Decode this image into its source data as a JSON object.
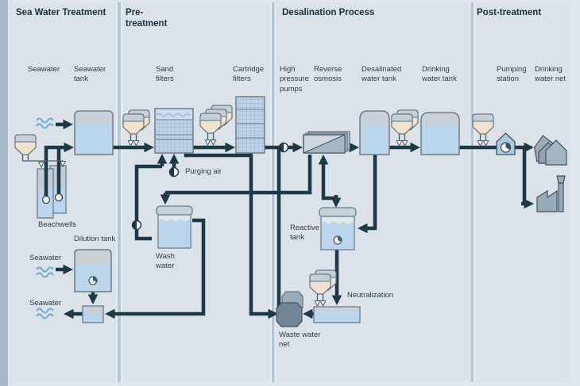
{
  "sections": {
    "sea_water_treatment": "Sea Water Treatment",
    "pre_treatment": "Pre-\ntreatment",
    "desalination_process": "Desalination Process",
    "post_treatment": "Post-treatment"
  },
  "labels": {
    "seawater_top": "Seawater",
    "seawater_tank": "Seawater\ntank",
    "sand_filters": "Sand\nfilters",
    "cartridge_filters": "Cartridge\nfilters",
    "high_pressure_pumps": "High\npressure\npumps",
    "reverse_osmosis": "Reverse\nosmosis",
    "desalinated_water_tank": "Desalinated\nwater tank",
    "drinking_water_tank": "Drinking\nwater tank",
    "pumping_station": "Pumping\nstation",
    "drinking_water_net": "Drinking\nwater net",
    "purging_air": "Purging air",
    "beachwells": "Beachwells",
    "dilution_tank": "Dilution tank",
    "seawater_mid": "Seawater",
    "wash_water": "Wash\nwater",
    "reactive_tank": "Reactive\ntank",
    "seawater_bottom": "Seawater",
    "neutralization": "Neutralization",
    "waste_water_net": "Waste water\nnet"
  },
  "colors": {
    "pipe": "#1c3945",
    "water_blue": "#b9d6ec",
    "vessel_gray": "#c7d1d7",
    "chemical_peach": "#f2e2cd",
    "panel_background": "#dce3e8",
    "icon_gray": "#9aacb8",
    "station_blue": "#a8cce6"
  }
}
